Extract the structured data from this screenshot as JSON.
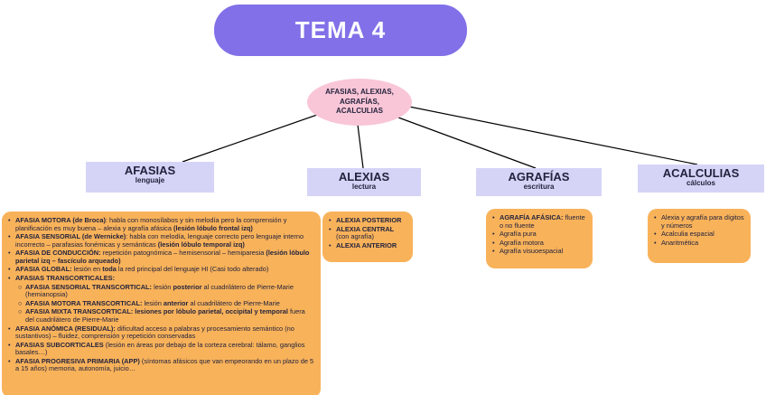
{
  "title": "TEMA 4",
  "root": {
    "label": "AFASIAS, ALEXIAS,\nAGRAFÍAS,\nACALCULIAS"
  },
  "colors": {
    "purple": "#8170e8",
    "pink": "#f9c6d7",
    "lavender": "#d5d4f7",
    "orange": "#f8b25a",
    "text": "#23233d"
  },
  "branches": [
    {
      "label": "AFASIAS",
      "sublabel": "lenguaje",
      "items": [
        {
          "indent": 0,
          "segments": [
            {
              "t": "AFASIA MOTORA (de Broca)",
              "b": true
            },
            {
              "t": ": habla con monosílabos y sin melodía pero la comprensión y planificación es muy buena – alexia y agrafía afásica ",
              "b": false
            },
            {
              "t": "(lesión lóbulo frontal izq)",
              "b": true
            }
          ]
        },
        {
          "indent": 0,
          "segments": [
            {
              "t": "AFASIA SENSORIAL (de Wernicke)",
              "b": true
            },
            {
              "t": ": habla con melodía, lenguaje correcto pero lenguaje interno incorrecto – parafasias fonémicas y semánticas ",
              "b": false
            },
            {
              "t": "(lesión lóbulo temporal izq)",
              "b": true
            }
          ]
        },
        {
          "indent": 0,
          "segments": [
            {
              "t": "AFASIA DE CONDUCCIÓN:",
              "b": true
            },
            {
              "t": " repetición patognómica – hemisensorial – hemiparesia ",
              "b": false
            },
            {
              "t": "(lesión lóbulo parietal izq – fascículo arqueado)",
              "b": true
            }
          ]
        },
        {
          "indent": 0,
          "segments": [
            {
              "t": "AFASIA GLOBAL:",
              "b": true
            },
            {
              "t": " lesión en ",
              "b": false
            },
            {
              "t": "toda",
              "b": true
            },
            {
              "t": " la red principal del lenguaje HI (Casi todo alterado)",
              "b": false
            }
          ]
        },
        {
          "indent": 0,
          "segments": [
            {
              "t": "AFASIAS TRANSCORTICALES:",
              "b": true
            }
          ]
        },
        {
          "indent": 1,
          "segments": [
            {
              "t": "AFASIA SENSORIAL TRANSCORTICAL:",
              "b": true
            },
            {
              "t": " lesión ",
              "b": false
            },
            {
              "t": "posterior",
              "b": true
            },
            {
              "t": " al cuadrilátero de Pierre-Marie (hemianopsia)",
              "b": false
            }
          ]
        },
        {
          "indent": 1,
          "segments": [
            {
              "t": "AFASIA MOTORA TRANSCORTICAL:",
              "b": true
            },
            {
              "t": " lesión ",
              "b": false
            },
            {
              "t": "anterior",
              "b": true
            },
            {
              "t": " al cuadrilátero de Pierre-Marie",
              "b": false
            }
          ]
        },
        {
          "indent": 1,
          "segments": [
            {
              "t": "AFASIA MIXTA TRANSCORTICAL:",
              "b": true
            },
            {
              "t": " ",
              "b": false
            },
            {
              "t": "lesiones por lóbulo parietal, occipital y temporal",
              "b": true
            },
            {
              "t": " fuera del cuadrilátero de Pierre-Marie",
              "b": false
            }
          ]
        },
        {
          "indent": 0,
          "segments": [
            {
              "t": "AFASIA ANÓMICA (RESIDUAL):",
              "b": true
            },
            {
              "t": " dificultad acceso a palabras y procesamiento semántico (no sustantivos) – fluidez, comprensión y repetición conservadas",
              "b": false
            }
          ]
        },
        {
          "indent": 0,
          "segments": [
            {
              "t": "AFASIAS SUBCORTICALES",
              "b": true
            },
            {
              "t": " (lesión en áreas por debajo de la corteza cerebral: tálamo, ganglios basales…)",
              "b": false
            }
          ]
        },
        {
          "indent": 0,
          "segments": [
            {
              "t": "AFASIA PROGRESIVA PRIMARIA (APP)",
              "b": true
            },
            {
              "t": " (síntomas afásicos que van empeorando en un plazo de 5 a 15 años) memoria, autonomía, juicio…",
              "b": false
            }
          ]
        }
      ]
    },
    {
      "label": "ALEXIAS",
      "sublabel": "lectura",
      "items": [
        {
          "indent": 0,
          "segments": [
            {
              "t": "ALEXIA POSTERIOR",
              "b": true
            }
          ]
        },
        {
          "indent": 0,
          "segments": [
            {
              "t": "ALEXIA CENTRAL",
              "b": true
            },
            {
              "t": " (con agrafía)",
              "b": false
            }
          ]
        },
        {
          "indent": 0,
          "segments": [
            {
              "t": "ALEXIA ANTERIOR",
              "b": true
            }
          ]
        }
      ]
    },
    {
      "label": "AGRAFÍAS",
      "sublabel": "escritura",
      "items": [
        {
          "indent": 0,
          "segments": [
            {
              "t": "AGRAFÍA AFÁSICA:",
              "b": true
            },
            {
              "t": " fluente o no fluente",
              "b": false
            }
          ]
        },
        {
          "indent": 0,
          "segments": [
            {
              "t": "Agrafía pura",
              "b": false
            }
          ]
        },
        {
          "indent": 0,
          "segments": [
            {
              "t": "Agrafía motora",
              "b": false
            }
          ]
        },
        {
          "indent": 0,
          "segments": [
            {
              "t": "Agrafía visuoespacial",
              "b": false
            }
          ]
        }
      ]
    },
    {
      "label": "ACALCULIAS",
      "sublabel": "cálculos",
      "items": [
        {
          "indent": 0,
          "segments": [
            {
              "t": "Alexia y agrafía para dígitos y números",
              "b": false
            }
          ]
        },
        {
          "indent": 0,
          "segments": [
            {
              "t": "Acalculia espacial",
              "b": false
            }
          ]
        },
        {
          "indent": 0,
          "segments": [
            {
              "t": "Anaritmética",
              "b": false
            }
          ]
        }
      ]
    }
  ]
}
